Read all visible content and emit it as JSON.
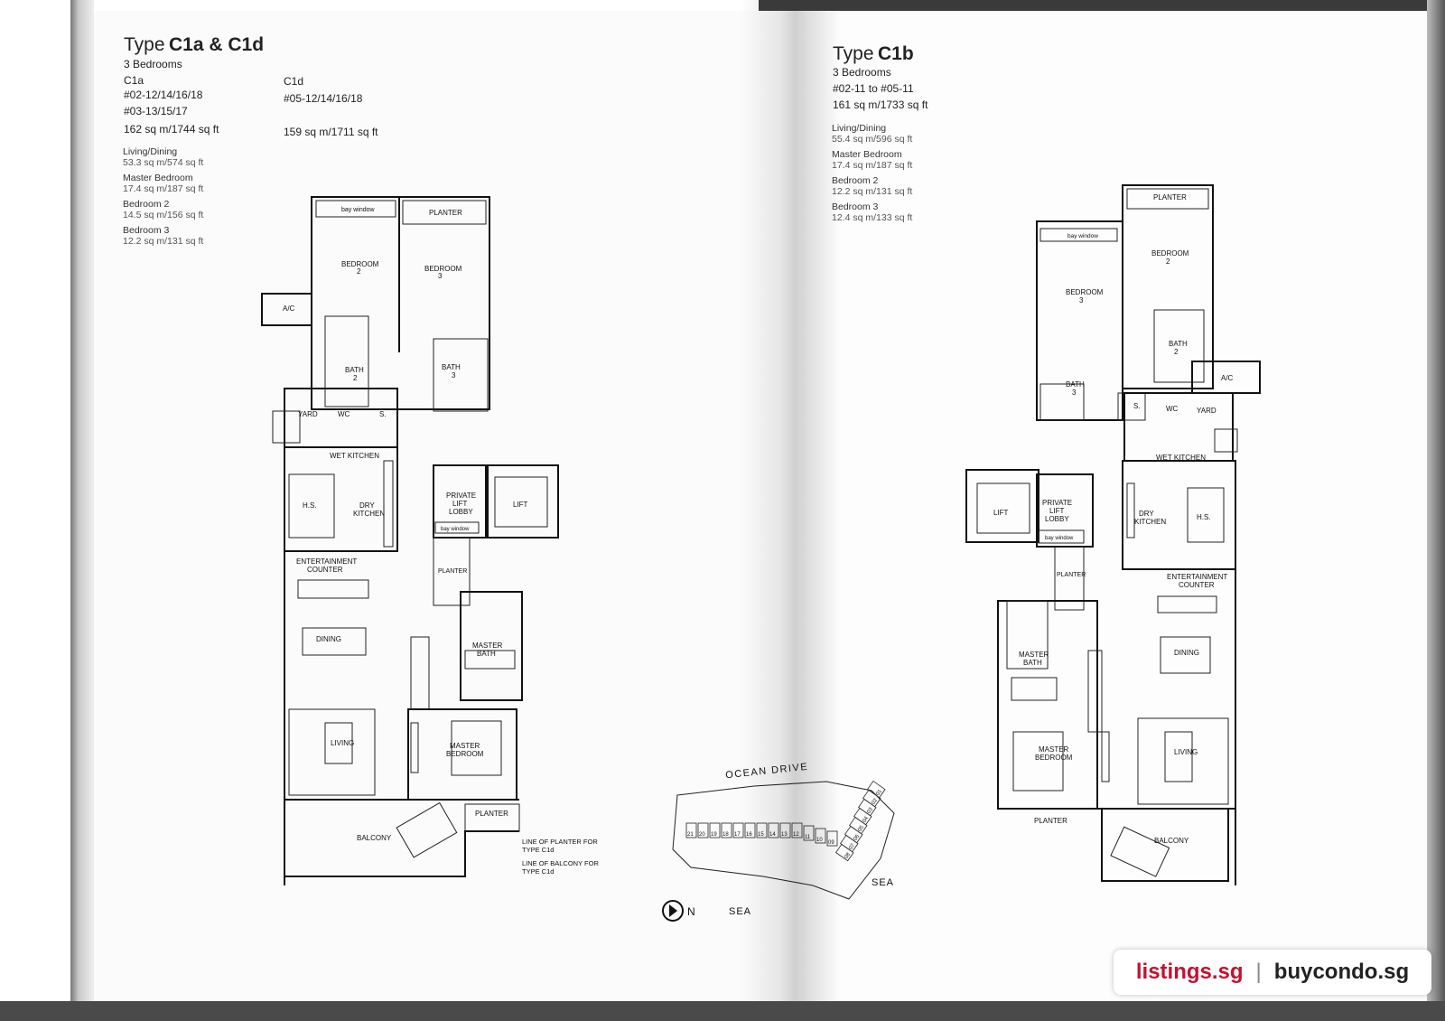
{
  "left": {
    "type_prefix": "Type",
    "type_name": "C1a & C1d",
    "bedrooms": "3 Bedrooms",
    "c1a_label": "C1a",
    "c1a_units_1": "#02-12/14/16/18",
    "c1a_units_2": "#03-13/15/17",
    "c1a_area": "162 sq m/1744 sq ft",
    "c1d_label": "C1d",
    "c1d_units": "#05-12/14/16/18",
    "c1d_area": "159 sq m/1711 sq ft",
    "rooms": [
      {
        "name": "Living/Dining",
        "area": "53.3 sq m/574 sq ft"
      },
      {
        "name": "Master Bedroom",
        "area": "17.4 sq m/187 sq ft"
      },
      {
        "name": "Bedroom 2",
        "area": "14.5 sq m/156 sq ft"
      },
      {
        "name": "Bedroom 3",
        "area": "12.2 sq m/131 sq ft"
      }
    ],
    "plan": {
      "bay_window": "bay window",
      "planter": "PLANTER",
      "bedroom2": "BEDROOM",
      "bedroom2_num": "2",
      "bedroom3": "BEDROOM",
      "bedroom3_num": "3",
      "ac": "A/C",
      "bath2": "BATH",
      "bath2_num": "2",
      "bath3": "BATH",
      "bath3_num": "3",
      "yard": "YARD",
      "wc": "WC",
      "s": "S.",
      "wet_kitchen": "WET KITCHEN",
      "hs": "H.S.",
      "dry": "DRY",
      "kitchen": "KITCHEN",
      "private": "PRIVATE",
      "lift": "LIFT",
      "lobby": "LOBBY",
      "lift_box": "LIFT",
      "bay_window_2": "bay window",
      "planter_2": "PLANTER",
      "entertainment": "ENTERTAINMENT",
      "counter": "COUNTER",
      "dining": "DINING",
      "master": "MASTER",
      "bath": "BATH",
      "living": "LIVING",
      "master_bedroom_1": "MASTER",
      "master_bedroom_2": "BEDROOM",
      "planter_3": "PLANTER",
      "balcony": "BALCONY",
      "note_planter_1": "LINE OF PLANTER FOR",
      "note_planter_2": "TYPE C1d",
      "note_balcony_1": "LINE OF BALCONY FOR",
      "note_balcony_2": "TYPE C1d"
    }
  },
  "right": {
    "type_prefix": "Type",
    "type_name": "C1b",
    "bedrooms": "3 Bedrooms",
    "units": "#02-11 to #05-11",
    "area": "161 sq m/1733 sq ft",
    "rooms": [
      {
        "name": "Living/Dining",
        "area": "55.4 sq m/596 sq ft"
      },
      {
        "name": "Master Bedroom",
        "area": "17.4 sq m/187 sq ft"
      },
      {
        "name": "Bedroom 2",
        "area": "12.2 sq m/131 sq ft"
      },
      {
        "name": "Bedroom 3",
        "area": "12.4 sq m/133 sq ft"
      }
    ],
    "plan": {
      "planter": "PLANTER",
      "bay_window": "bay window",
      "bedroom2": "BEDROOM",
      "bedroom2_num": "2",
      "bedroom3": "BEDROOM",
      "bedroom3_num": "3",
      "bath2": "BATH",
      "bath2_num": "2",
      "bath3": "BATH",
      "bath3_num": "3",
      "ac": "A/C",
      "s": "S.",
      "wc": "WC",
      "yard": "YARD",
      "wet_kitchen": "WET KITCHEN",
      "lift": "LIFT",
      "private": "PRIVATE",
      "lift_word": "LIFT",
      "lobby": "LOBBY",
      "bay_window_2": "bay window",
      "dry": "DRY",
      "kitchen": "KITCHEN",
      "hs": "H.S.",
      "planter_2": "PLANTER",
      "entertainment": "ENTERTAINMENT",
      "counter": "COUNTER",
      "master": "MASTER",
      "bath": "BATH",
      "dining": "DINING",
      "master_bedroom_1": "MASTER",
      "master_bedroom_2": "BEDROOM",
      "living": "LIVING",
      "planter_3": "PLANTER",
      "balcony": "BALCONY"
    }
  },
  "site": {
    "road": "OCEAN DRIVE",
    "sea_1": "SEA",
    "sea_2": "SEA",
    "north": "N",
    "unit_numbers": [
      "21",
      "20",
      "19",
      "18",
      "17",
      "16",
      "15",
      "14",
      "13",
      "12",
      "11",
      "10",
      "09",
      "08",
      "07",
      "06",
      "05",
      "04",
      "03",
      "02",
      "01"
    ]
  },
  "badge": {
    "left": "listings.sg",
    "separator": "|",
    "right": "buycondo.sg"
  }
}
